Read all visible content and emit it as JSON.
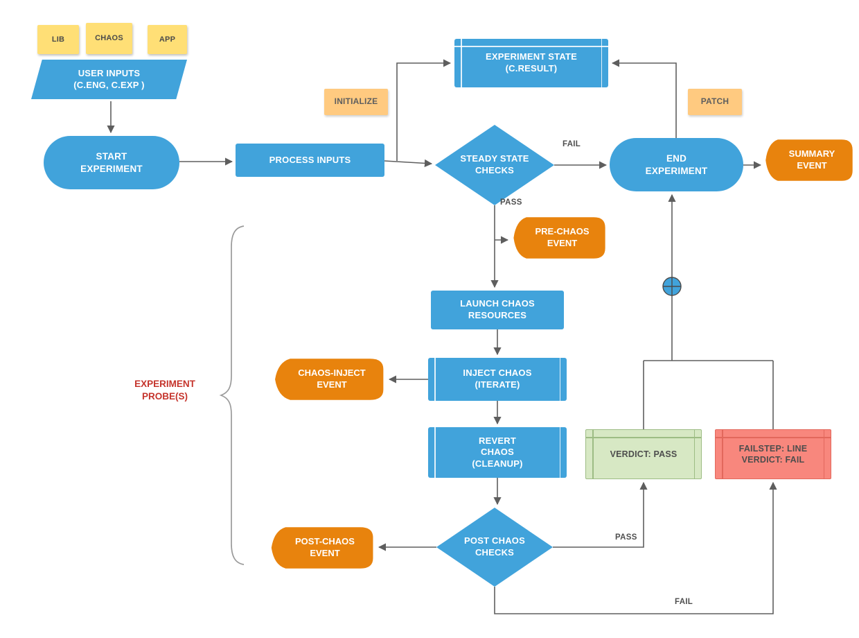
{
  "title": "Chaos experiment flow diagram",
  "colors": {
    "blue": "#41A3DB",
    "orange": "#E8830D",
    "note-yellow": "#FFDF76",
    "peach": "#FFCA80",
    "green-fill": "#D7E8C4",
    "green-border": "#9DBC84",
    "red-fill": "#F8877D",
    "red-border": "#E2685C",
    "wire": "#5E5E5E",
    "probe-red": "#C5342C",
    "dark-label": "#4F4F4F"
  },
  "notes": [
    {
      "label": "LIB"
    },
    {
      "label": "CHAOS"
    },
    {
      "label": "APP"
    }
  ],
  "nodes": {
    "user_inputs": {
      "line1": "USER INPUTS",
      "line2": "(C.ENG, C.EXP )"
    },
    "start_experiment": {
      "line1": "START",
      "line2": "EXPERIMENT"
    },
    "process_inputs": {
      "label": "PROCESS INPUTS"
    },
    "steady_state_checks": {
      "line1": "STEADY STATE",
      "line2": "CHECKS"
    },
    "experiment_state": {
      "line1": "EXPERIMENT STATE",
      "line2": "(C.RESULT)"
    },
    "end_experiment": {
      "line1": "END",
      "line2": "EXPERIMENT"
    },
    "launch_chaos_resources": {
      "line1": "LAUNCH CHAOS",
      "line2": "RESOURCES"
    },
    "inject_chaos": {
      "line1": "INJECT CHAOS",
      "line2": "(ITERATE)"
    },
    "revert_chaos": {
      "line1": "REVERT",
      "line2": "CHAOS",
      "line3": "(CLEANUP)"
    },
    "post_chaos_checks": {
      "line1": "POST CHAOS",
      "line2": "CHECKS"
    },
    "verdict_pass": {
      "label": "VERDICT: PASS"
    },
    "verdict_fail": {
      "line1": "FAILSTEP: LINE",
      "line2": "VERDICT: FAIL"
    }
  },
  "events": {
    "summary": {
      "line1": "SUMMARY",
      "line2": "EVENT"
    },
    "pre_chaos": {
      "line1": "PRE-CHAOS",
      "line2": "EVENT"
    },
    "chaos_inject": {
      "line1": "CHAOS-INJECT",
      "line2": "EVENT"
    },
    "post_chaos": {
      "line1": "POST-CHAOS",
      "line2": "EVENT"
    }
  },
  "edge_labels": {
    "initialize": "INITIALIZE",
    "patch": "PATCH",
    "fail_top": "FAIL",
    "pass_top": "PASS",
    "pass_bottom": "PASS",
    "fail_bottom": "FAIL"
  },
  "annotations": {
    "probe_line1": "EXPERIMENT",
    "probe_line2": "PROBE(S)"
  }
}
